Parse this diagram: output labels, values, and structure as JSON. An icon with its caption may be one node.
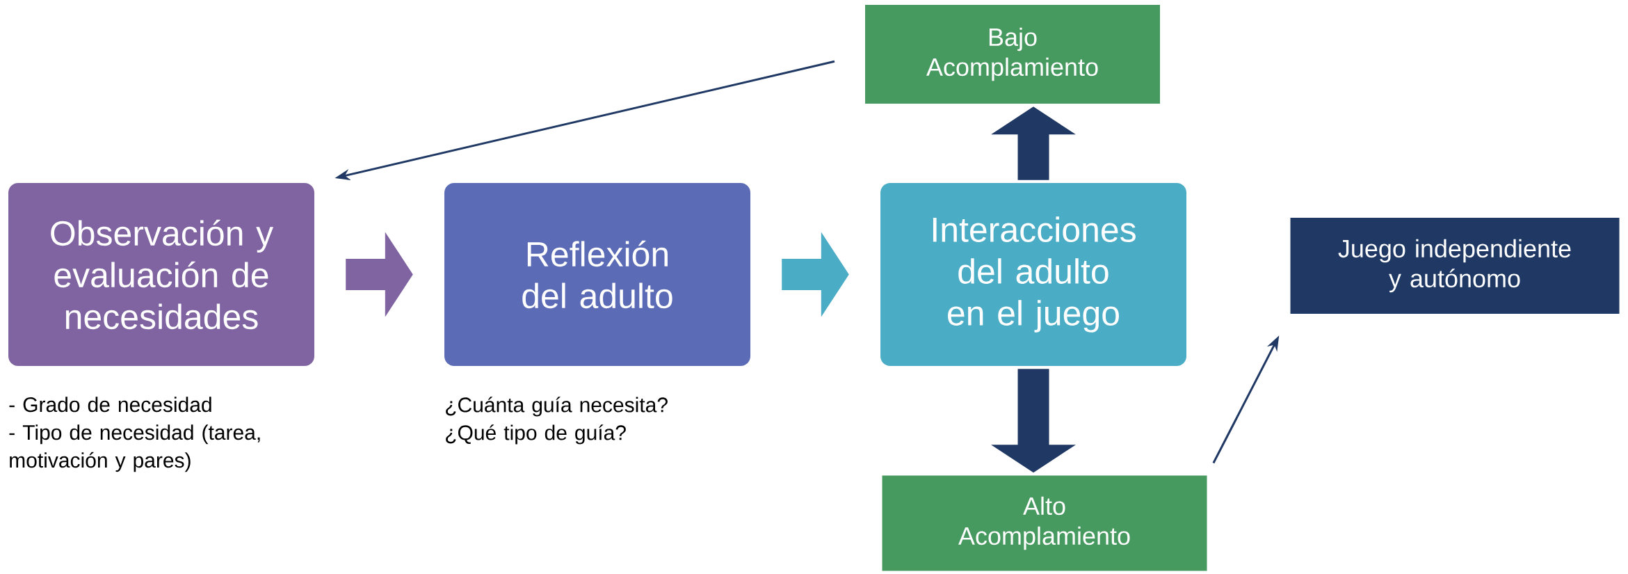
{
  "diagram": {
    "nodes": [
      {
        "text": [
          "Observación y evaluación de necesidades"
        ],
        "beside": [
          "- Grado de necesidad",
          "- Tipo de necesidad (tarea, motivación y pares)"
        ]
      },
      {
        "text": [
          "Reflexión del adulto"
        ],
        "beside": [
          "¿Cuánta guía necesita?",
          "¿Qué tipo de guía?"
        ]
      },
      {
        "text": [
          "Interacciones del adulto en el juego"
        ]
      },
      {
        "text": [
          "Bajo Acomplamiento"
        ]
      },
      {
        "text": [
          "Alto Acomplamiento"
        ]
      },
      {
        "text": [
          "Juego independiente y autónomo"
        ]
      }
    ],
    "edges": [
      {
        "from": 0,
        "to": 1,
        "arrow": "to",
        "color": "#8064a2"
      },
      {
        "from": 1,
        "to": 2,
        "arrow": "to",
        "color": "#4bacc6"
      },
      {
        "from": 2,
        "to": 3,
        "arrow": "to"
      },
      {
        "from": 2,
        "to": 4,
        "arrow": "to"
      },
      {
        "from": 3,
        "to": 0,
        "arrow": "to"
      },
      {
        "from": 4,
        "to": 5,
        "arrow": "to"
      }
    ]
  }
}
